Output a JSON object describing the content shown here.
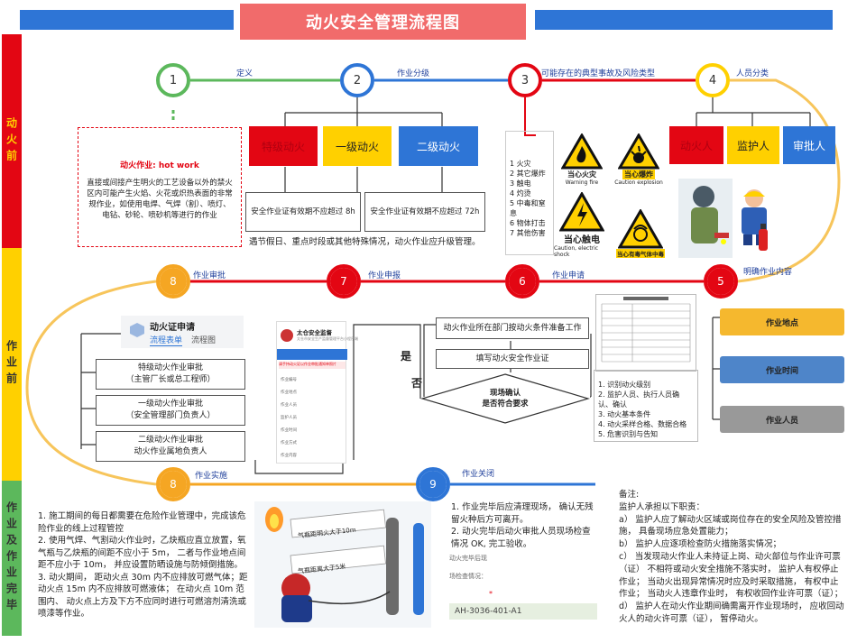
{
  "title": "动火安全管理流程图",
  "side_labels": {
    "top": "动火前",
    "middle": "作业前",
    "bottom": "作业及作业完毕"
  },
  "colors": {
    "red": "#e30613",
    "yellow": "#ffd000",
    "green": "#5cb85c",
    "blue": "#2e75d6",
    "orange": "#f5a623",
    "track_orange": "#f7c55b"
  },
  "steps": [
    {
      "num": "1",
      "label": "定义"
    },
    {
      "num": "2",
      "label": "作业分级"
    },
    {
      "num": "3",
      "label": "可能存在的典型事故及风险类型"
    },
    {
      "num": "4",
      "label": "人员分类"
    },
    {
      "num": "5",
      "label": "明确作业内容"
    },
    {
      "num": "6",
      "label": "作业申请"
    },
    {
      "num": "7",
      "label": "作业申报"
    },
    {
      "num": "8",
      "label": "作业审批"
    },
    {
      "num": "8",
      "label": "作业实施"
    },
    {
      "num": "9",
      "label": "作业关闭"
    }
  ],
  "definition": {
    "heading": "动火作业:  hot work",
    "body": "直接或间接产生明火的工艺设备以外的禁火区内可能产生火焰、火花或炽热表面的非常规作业，如使用电焊、气焊（割）、喷灯、电钻、砂轮、喷砂机等进行的作业"
  },
  "levels": [
    {
      "name": "特级动火"
    },
    {
      "name": "一级动火"
    },
    {
      "name": "二级动火"
    }
  ],
  "validity": [
    "安全作业证有效期不应超过  8h",
    "安全作业证有效期不应超过  72h"
  ],
  "upgrade_note": "遇节假日、重点时段或其他特殊情况，动火作业应升级管理。",
  "accident_list": [
    "1 火灾",
    "2 其它爆炸",
    "3 触电",
    "4 灼烫",
    "5 中毒和窒息",
    "6 物体打击",
    "7 其他伤害"
  ],
  "signs": [
    {
      "title": "当心火灾",
      "sub": "Warning fire"
    },
    {
      "title": "当心爆炸",
      "sub": "Caution explosion"
    },
    {
      "title": "当心触电",
      "sub": "Caution, electric shock"
    },
    {
      "title": "当心有毒气体中毒",
      "sub": ""
    }
  ],
  "roles": [
    "动火人",
    "监护人",
    "审批人"
  ],
  "flow": {
    "step1": "动火作业所在部门按动火条件准备工作",
    "step2": "填写动火安全作业证",
    "decision": "现场确认\n是否符合要求",
    "yes": "是",
    "no": "否"
  },
  "content_list": [
    "1. 识别动火级别",
    "2. 监护人员、执行人员确认、确认",
    "3. 动火基本条件",
    "4. 动火采样合格、数据合格",
    "5. 危害识别与告知"
  ],
  "content_buttons": [
    "作业地点",
    "作业时间",
    "作业人员"
  ],
  "app": {
    "title": "动火证申请",
    "tab1": "流程表单",
    "tab2": "流程图",
    "phone_title": "太仓安全监督",
    "phone_subtitle": "太仓市安全生产监督管理平台小程序端",
    "phone_warning": "请手持动火证以作业审批通知单照片",
    "phone_fields": [
      "作业编号",
      "作业地点",
      "作业人员",
      "监护人员",
      "作业时间",
      "作业方式",
      "作业内容"
    ]
  },
  "approvals": [
    {
      "line1": "特级动火作业审批",
      "line2": "（主管厂长或总工程师）"
    },
    {
      "line1": "一级动火作业审批",
      "line2": "（安全管理部门负责人）"
    },
    {
      "line1": "二级动火作业审批",
      "line2": "动火作业属地负责人"
    }
  ],
  "implementation": [
    "1. 施工期间的每日都需要在危险作业管理中，完成该危险作业的线上过程管控",
    "2. 使用气焊、气割动火作业时，乙炔瓶应直立放置，氧气瓶与乙炔瓶的间距不应小于  5m，  二者与作业地点间距不应小于  10m，  并应设置防晒设施与防倾倒措施。",
    "3. 动火期间，  距动火点  30m 内不应排放可燃气体；距动火点  15m 内不应排放可燃液体；  在动火点  10m 范围内、 动火点上方及下方不应同时进行可燃溶剂清洗或喷漆等作业。"
  ],
  "illustration_labels": [
    "气瓶距明火大于10m",
    "气瓶距离大于5米"
  ],
  "closing": {
    "items": [
      "1. 作业完毕后应清理现场， 确认无残留火种后方可离开。",
      "2. 动火完毕后动火审批人员现场检查情况 OK, 完工验收。"
    ],
    "form_line1": "动火完毕后现",
    "form_line2": "场检查情况：",
    "code": "AH-3036-401-A1"
  },
  "notes": {
    "heading": "备注:",
    "lead": "监护人承担以下职责：",
    "items": [
      "a） 监护人应了解动火区域或岗位存在的安全风险及管控措施， 具备现场应急处置能力；",
      "b） 监护人应逐项检查防火措施落实情况；",
      "c） 当发现动火作业人未持证上岗、动火部位与作业许可票（证） 不相符或动火安全措施不落实时，  监护人有权停止作业；  当动火出现异常情况时应及时采取措施，  有权中止作业；  当动火人违章作业时，  有权收回作业许可票（证）；",
      "d） 监护人在动火作业期间确需离开作业现场时，  应收回动火人的动火许可票（证），  暂停动火。"
    ]
  }
}
